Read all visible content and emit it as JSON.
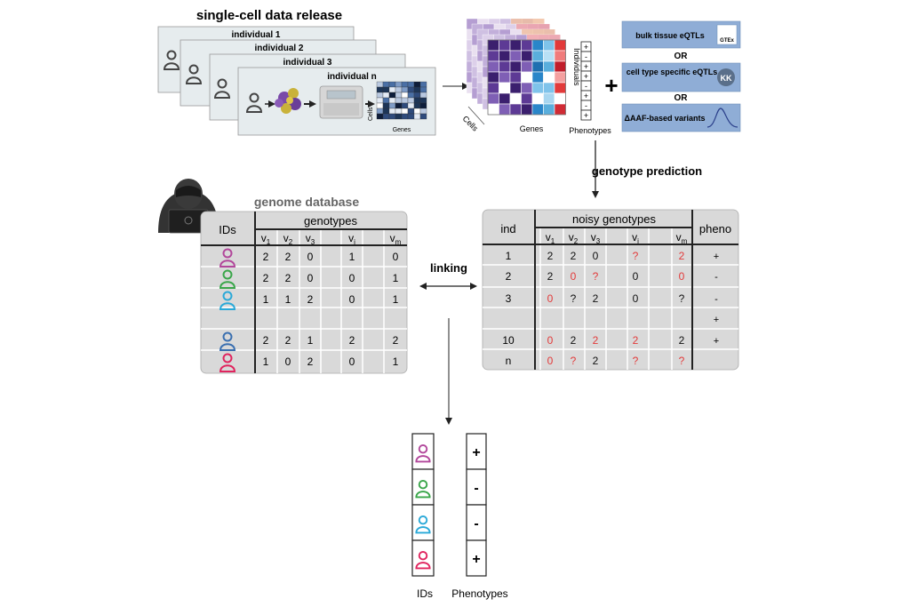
{
  "release": {
    "title": "single-cell data release",
    "cards": [
      "individual 1",
      "individual 2",
      "individual 3",
      "individual n"
    ],
    "cells_label": "Cells",
    "genes_label": "Genes"
  },
  "cube": {
    "cells_label": "Cells",
    "genes_label": "Genes",
    "individuals_label": "Individuals",
    "phenotypes_label": "Phenotypes",
    "pheno_signs": [
      "+",
      "-",
      "+",
      "+",
      "-",
      "+",
      "-",
      "+"
    ]
  },
  "sources": {
    "plus": "+",
    "items": [
      {
        "label": "bulk tissue eQTLs",
        "badge": "GTEx"
      },
      {
        "label": "cell type specific eQTLs",
        "badge": "KK"
      },
      {
        "label": "ΔAAF-based variants"
      }
    ],
    "or_label": "OR"
  },
  "steps": {
    "prediction": "genotype prediction",
    "linking": "linking"
  },
  "database": {
    "title": "genome database",
    "ids_header": "IDs",
    "group_header": "genotypes",
    "cols": [
      "v1",
      "v2",
      "v3",
      "",
      "vi",
      "",
      "vm"
    ],
    "rows": [
      {
        "color": "#b2479b",
        "cells": [
          "2",
          "2",
          "0",
          "",
          "1",
          "",
          "0"
        ]
      },
      {
        "color": "#3aa64a",
        "cells": [
          "2",
          "2",
          "0",
          "",
          "0",
          "",
          "1"
        ]
      },
      {
        "color": "#2aa9d8",
        "cells": [
          "1",
          "1",
          "2",
          "",
          "0",
          "",
          "1"
        ]
      },
      {
        "color": "",
        "cells": [
          "",
          "",
          "",
          "",
          "",
          "",
          ""
        ]
      },
      {
        "color": "#3a6fb0",
        "cells": [
          "2",
          "2",
          "1",
          "",
          "2",
          "",
          "2"
        ]
      },
      {
        "color": "#e0245e",
        "cells": [
          "1",
          "0",
          "2",
          "",
          "0",
          "",
          "1"
        ]
      }
    ]
  },
  "noisy": {
    "ind_header": "ind",
    "group_header": "noisy genotypes",
    "pheno_header": "pheno",
    "cols": [
      "v1",
      "v2",
      "v3",
      "",
      "vi",
      "",
      "vm"
    ],
    "rows": [
      {
        "ind": "1",
        "cells": [
          "2",
          "2",
          "0",
          "",
          "?",
          "",
          "2"
        ],
        "red": [
          false,
          false,
          false,
          false,
          true,
          false,
          true
        ],
        "pheno": "+"
      },
      {
        "ind": "2",
        "cells": [
          "2",
          "0",
          "?",
          "",
          "0",
          "",
          "0"
        ],
        "red": [
          false,
          true,
          true,
          false,
          false,
          false,
          true
        ],
        "pheno": "-"
      },
      {
        "ind": "3",
        "cells": [
          "0",
          "?",
          "2",
          "",
          "0",
          "",
          "?"
        ],
        "red": [
          true,
          false,
          false,
          false,
          false,
          false,
          false
        ],
        "pheno": "-"
      },
      {
        "ind": "",
        "cells": [
          "",
          "",
          "",
          "",
          "",
          "",
          ""
        ],
        "red": [
          false,
          false,
          false,
          false,
          false,
          false,
          false
        ],
        "pheno": "+"
      },
      {
        "ind": "10",
        "cells": [
          "0",
          "2",
          "2",
          "",
          "2",
          "",
          "2"
        ],
        "red": [
          true,
          false,
          true,
          false,
          true,
          false,
          false
        ],
        "pheno": "+"
      },
      {
        "ind": "n",
        "cells": [
          "0",
          "?",
          "2",
          "",
          "?",
          "",
          "?"
        ],
        "red": [
          true,
          true,
          false,
          false,
          true,
          false,
          true
        ],
        "pheno": ""
      }
    ]
  },
  "result": {
    "ids_label": "IDs",
    "pheno_label": "Phenotypes",
    "rows": [
      {
        "color": "#b2479b",
        "pheno": "+"
      },
      {
        "color": "#3aa64a",
        "pheno": "-"
      },
      {
        "color": "#2aa9d8",
        "pheno": "-"
      },
      {
        "color": "#e0245e",
        "pheno": "+"
      }
    ]
  },
  "colors": {
    "card_bg": "#e6ecee",
    "table_bg": "#d9d9d9",
    "source_bg": "#8fadd6",
    "red": "#e23a3a",
    "grey_text": "#666666",
    "dark": "#333333"
  }
}
